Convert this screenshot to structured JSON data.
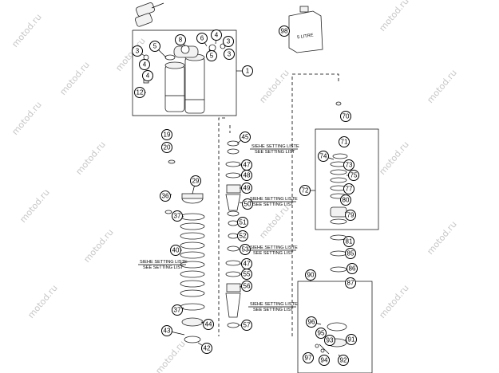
{
  "watermark": {
    "text": "motod.ru"
  },
  "canister": {
    "label": "5 LITRE"
  },
  "callouts": [
    {
      "id": "c1",
      "label": "1"
    },
    {
      "id": "c3a",
      "label": "3"
    },
    {
      "id": "c4a",
      "label": "4"
    },
    {
      "id": "c5a",
      "label": "5"
    },
    {
      "id": "c8",
      "label": "8"
    },
    {
      "id": "c6",
      "label": "6"
    },
    {
      "id": "c4b",
      "label": "4"
    },
    {
      "id": "c3b",
      "label": "3"
    },
    {
      "id": "c5b",
      "label": "5"
    },
    {
      "id": "c3c",
      "label": "3"
    },
    {
      "id": "c4c",
      "label": "4"
    },
    {
      "id": "c12",
      "label": "12"
    },
    {
      "id": "c19",
      "label": "19"
    },
    {
      "id": "c20",
      "label": "20"
    },
    {
      "id": "c29",
      "label": "29"
    },
    {
      "id": "c36",
      "label": "36"
    },
    {
      "id": "c37a",
      "label": "37"
    },
    {
      "id": "c40",
      "label": "40"
    },
    {
      "id": "c37b",
      "label": "37"
    },
    {
      "id": "c43",
      "label": "43"
    },
    {
      "id": "c44",
      "label": "44"
    },
    {
      "id": "c42",
      "label": "42"
    },
    {
      "id": "c45",
      "label": "45"
    },
    {
      "id": "c47a",
      "label": "47"
    },
    {
      "id": "c48",
      "label": "48"
    },
    {
      "id": "c49",
      "label": "49"
    },
    {
      "id": "c50",
      "label": "50"
    },
    {
      "id": "c51",
      "label": "51"
    },
    {
      "id": "c52",
      "label": "52"
    },
    {
      "id": "c53",
      "label": "53"
    },
    {
      "id": "c47b",
      "label": "47"
    },
    {
      "id": "c55",
      "label": "55"
    },
    {
      "id": "c56",
      "label": "56"
    },
    {
      "id": "c57",
      "label": "57"
    },
    {
      "id": "c70",
      "label": "70"
    },
    {
      "id": "c71",
      "label": "71"
    },
    {
      "id": "c74",
      "label": "74"
    },
    {
      "id": "c73",
      "label": "73"
    },
    {
      "id": "c75",
      "label": "75"
    },
    {
      "id": "c72",
      "label": "72"
    },
    {
      "id": "c77",
      "label": "77"
    },
    {
      "id": "c80",
      "label": "80"
    },
    {
      "id": "c79",
      "label": "79"
    },
    {
      "id": "c81",
      "label": "81"
    },
    {
      "id": "c85",
      "label": "85"
    },
    {
      "id": "c86",
      "label": "86"
    },
    {
      "id": "c87",
      "label": "87"
    },
    {
      "id": "c90",
      "label": "90"
    },
    {
      "id": "c96",
      "label": "96"
    },
    {
      "id": "c95",
      "label": "95"
    },
    {
      "id": "c93",
      "label": "93"
    },
    {
      "id": "c91",
      "label": "91"
    },
    {
      "id": "c97",
      "label": "97"
    },
    {
      "id": "c94",
      "label": "94"
    },
    {
      "id": "c92",
      "label": "92"
    },
    {
      "id": "c98",
      "label": "98"
    }
  ],
  "notes": [
    {
      "id": "n1",
      "line1": "SIEHE SETTING LISTE",
      "line2": "SEE SETTING LIST"
    },
    {
      "id": "n2",
      "line1": "SIEHE SETTING LISTE",
      "line2": "SEE SETTING LIST"
    },
    {
      "id": "n3",
      "line1": "SIEHE SETTING LISTE",
      "line2": "SEE SETTING LIST"
    },
    {
      "id": "n4",
      "line1": "SIEHE SETTING LISTE",
      "line2": "SEE SETTING LIST"
    },
    {
      "id": "n5",
      "line1": "SIEHE SETTING LISTE",
      "line2": "SEE SETTING LIST"
    }
  ]
}
